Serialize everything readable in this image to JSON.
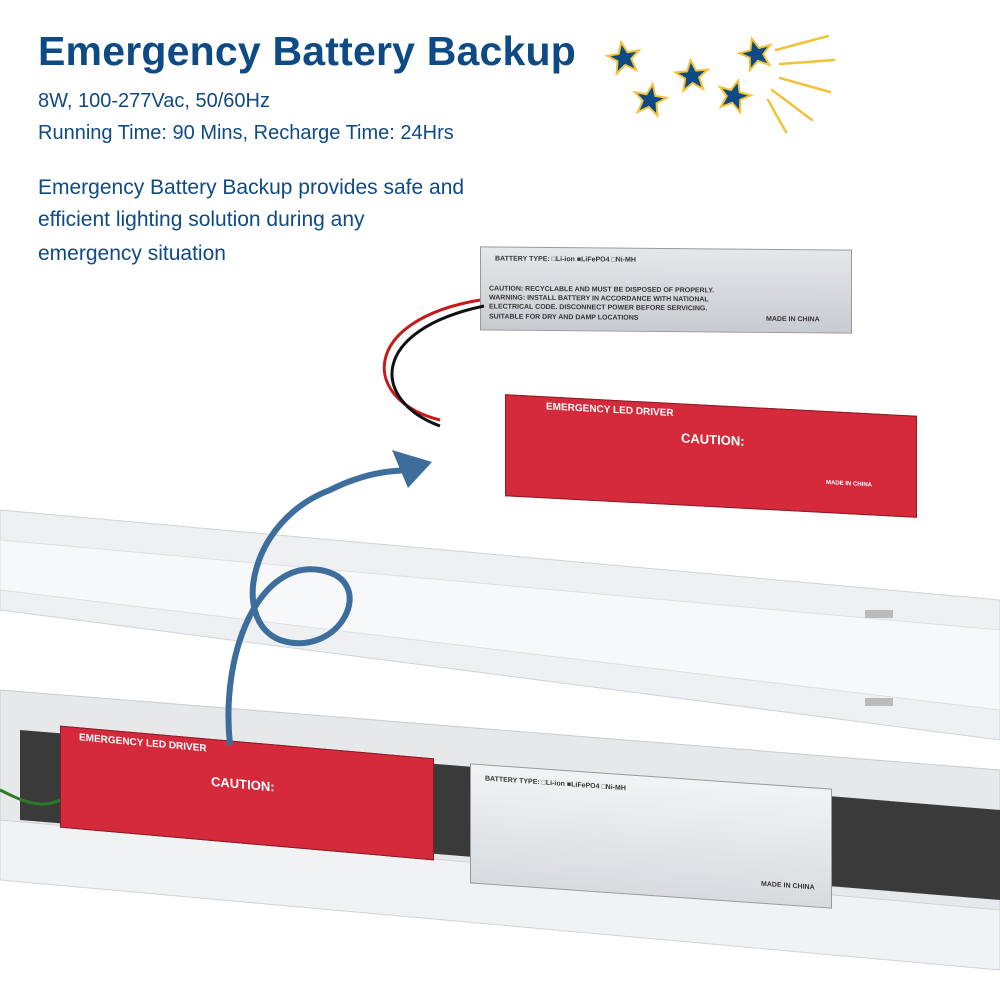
{
  "header": {
    "title": "Emergency Battery Backup",
    "specs": [
      "8W, 100-277Vac, 50/60Hz",
      "Running Time: 90 Mins, Recharge Time: 24Hrs"
    ],
    "description_lines": [
      "Emergency Battery Backup provides safe and",
      "efficient lighting solution during any",
      "emergency situation"
    ]
  },
  "product": {
    "battery_label": {
      "battery_type": "BATTERY TYPE: □Li-ion ■LiFePO4 □Ni-MH",
      "caution": "CAUTION: RECYCLABLE AND MUST BE DISPOSED OF PROPERLY.",
      "warning": "WARNING: INSTALL BATTERY IN ACCORDANCE WITH NATIONAL",
      "warning2": "ELECTRICAL CODE. DISCONNECT POWER BEFORE SERVICING.",
      "suitable": "SUITABLE FOR DRY AND DAMP LOCATIONS",
      "made_in": "MADE IN CHINA"
    },
    "driver_label": {
      "title": "EMERGENCY LED DRIVER",
      "caution": "CAUTION:",
      "made_in": "MADE IN CHINA"
    }
  },
  "colors": {
    "brand_blue": "#0e4a84",
    "driver_red": "#d52a3c",
    "star_gold": "#f2c23a"
  }
}
